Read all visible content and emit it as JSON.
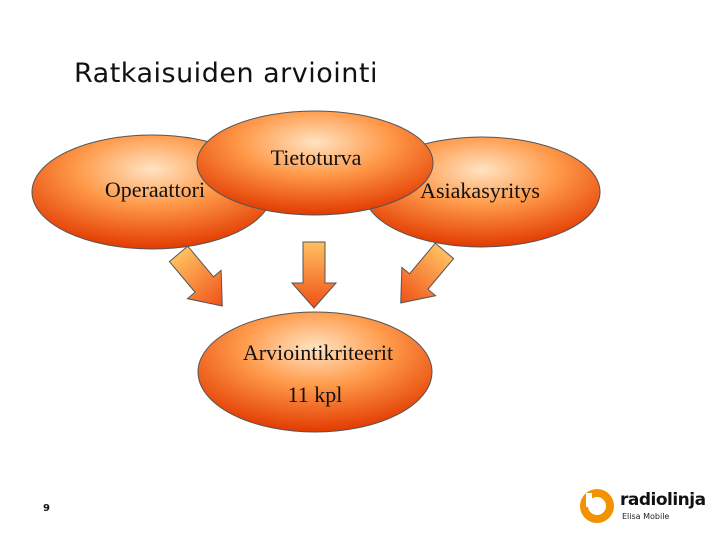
{
  "slide": {
    "title": "Ratkaisuiden arviointi",
    "page_number": "9"
  },
  "diagram": {
    "nodes": {
      "left": "Operaattori",
      "top": "Tietoturva",
      "right": "Asiakasyritys",
      "bottom_line1": "Arviointikriteerit",
      "bottom_line2": "11 kpl"
    }
  },
  "logo": {
    "name": "radiolinja",
    "subtitle": "Elisa Mobile"
  },
  "colors": {
    "ellipse_fill_light": "#ffd5a8",
    "ellipse_fill_mid": "#ff7f2a",
    "ellipse_fill_dark": "#e23a00",
    "arrow_light": "#ffc060",
    "arrow_dark": "#f05018"
  }
}
